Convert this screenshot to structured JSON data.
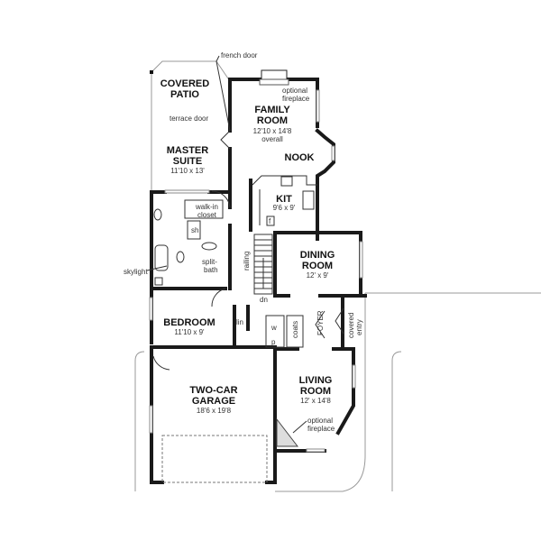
{
  "title": "Floor Plan",
  "rooms": {
    "covered_patio": {
      "line1": "COVERED",
      "line2": "PATIO"
    },
    "family_room": {
      "line1": "FAMILY",
      "line2": "ROOM",
      "dim": "12'10 x 14'8",
      "extra": "overall"
    },
    "nook": {
      "line1": "NOOK"
    },
    "master_suite": {
      "line1": "MASTER",
      "line2": "SUITE",
      "dim": "11'10 x 13'"
    },
    "kitchen": {
      "line1": "KIT",
      "dim": "9'6 x 9'"
    },
    "dining_room": {
      "line1": "DINING",
      "line2": "ROOM",
      "dim": "12' x 9'"
    },
    "bedroom": {
      "line1": "BEDROOM",
      "dim": "11'10 x 9'"
    },
    "garage": {
      "line1": "TWO-CAR",
      "line2": "GARAGE",
      "dim": "18'6 x 19'8"
    },
    "living_room": {
      "line1": "LIVING",
      "line2": "ROOM",
      "dim": "12' x 14'8"
    }
  },
  "notes": {
    "french_door": "french door",
    "terrace_door": "terrace door",
    "optional_fireplace_top_1": "optional",
    "optional_fireplace_top_2": "fireplace",
    "walk_in_1": "walk-in",
    "walk_in_2": "closet",
    "sh": "sh",
    "split_bath_1": "split-",
    "split_bath_2": "bath",
    "skylight": "skylight",
    "railing": "railing",
    "dn": "dn",
    "lin": "lin",
    "p": "p",
    "w": "w",
    "coats": "coats",
    "foyer": "FOYER",
    "covered_entry_1": "covered",
    "covered_entry_2": "entry",
    "optional_fireplace_bottom_1": "optional",
    "optional_fireplace_bottom_2": "fireplace",
    "f": "f"
  }
}
